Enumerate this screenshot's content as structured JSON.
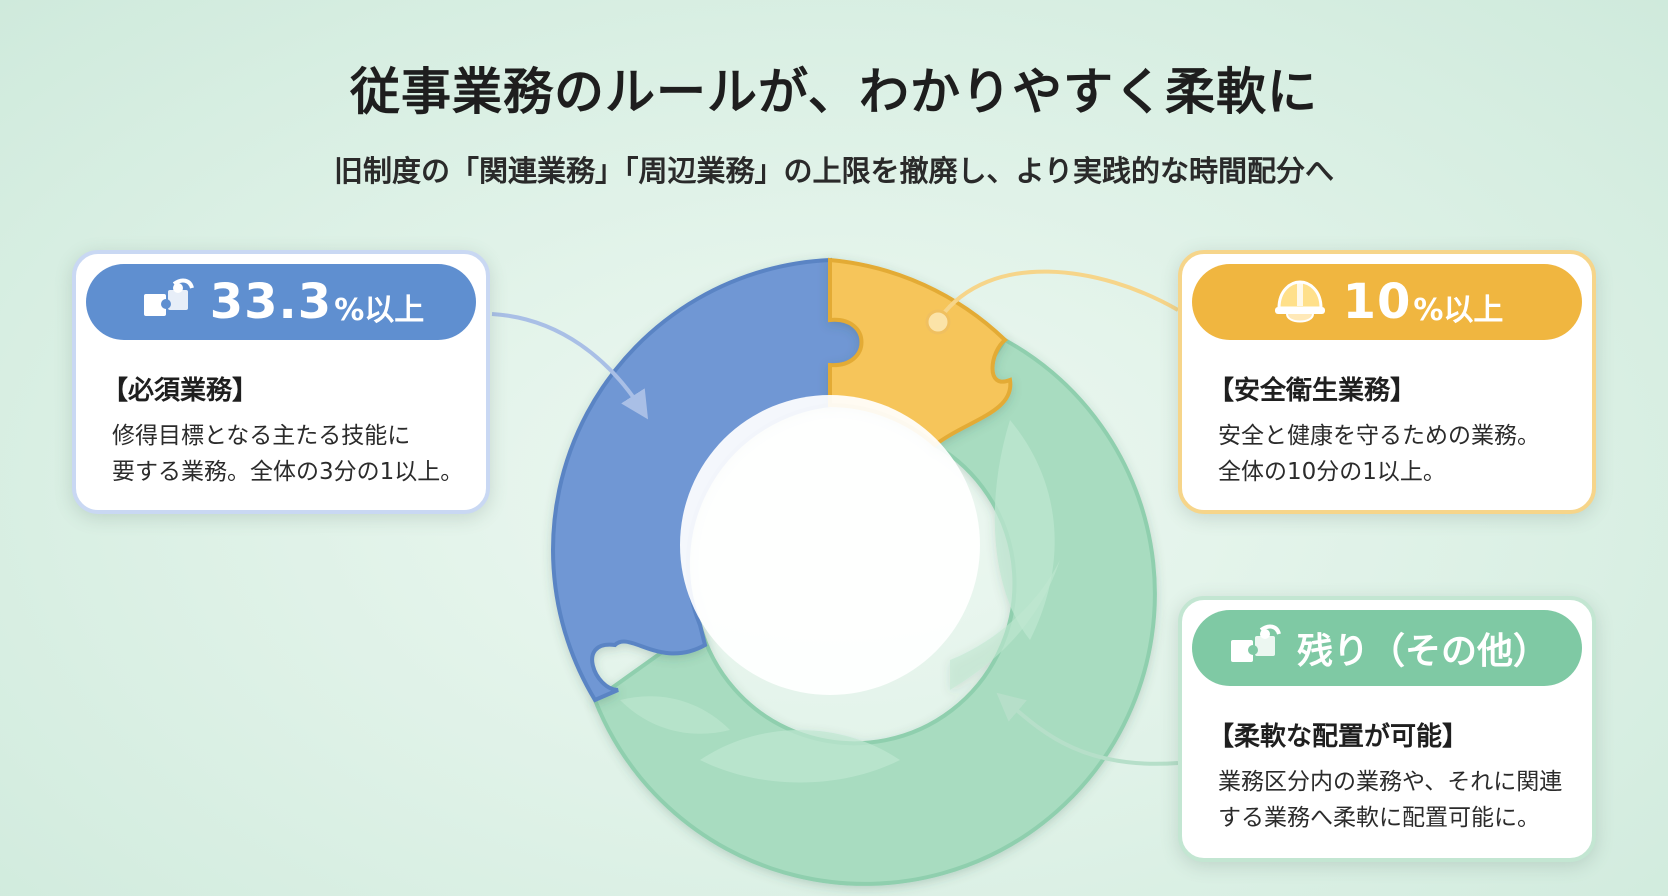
{
  "title": "従事業務のルールが、わかりやすく柔軟に",
  "subtitle": "旧制度の「関連業務」「周辺業務」の上限を撤廃し、より実践的な時間配分へ",
  "colors": {
    "mandatory": "#5f8fd0",
    "safety": "#f0b640",
    "other": "#7fc9a4"
  },
  "cards": {
    "mandatory": {
      "icon": "puzzle-icon",
      "value": "33.3",
      "unit": "%以上",
      "heading": "【必須業務】",
      "lines": [
        "修得目標となる主たる技能に",
        "要する業務。全体の3分の1以上。"
      ]
    },
    "safety": {
      "icon": "hard-hat-icon",
      "value": "10",
      "unit": "%以上",
      "heading": "【安全衛生業務】",
      "lines": [
        "安全と健康を守るための業務。",
        "全体の10分の1以上。"
      ]
    },
    "other": {
      "icon": "puzzle-icon",
      "label": "残り（その他）",
      "heading": "【柔軟な配置が可能】",
      "lines": [
        "業務区分内の業務や、それに関連",
        "する業務へ柔軟に配置可能に。"
      ]
    }
  }
}
